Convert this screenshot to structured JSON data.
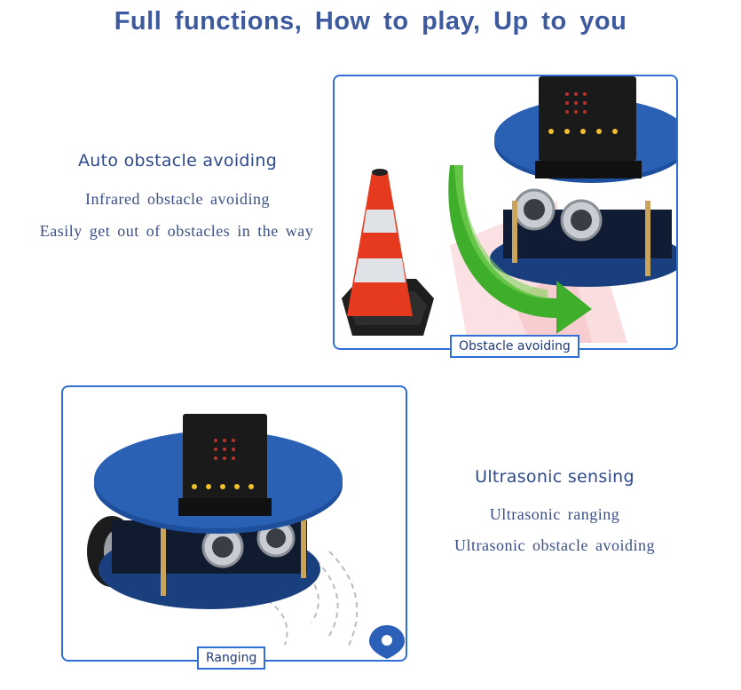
{
  "header": {
    "title": "Full functions, How to play, Up to you"
  },
  "feature_obstacle": {
    "heading": "Auto obstacle avoiding",
    "lines": [
      "Infrared obstacle avoiding",
      "Easily get out of obstacles in the way"
    ],
    "caption": "Obstacle avoiding"
  },
  "feature_ultrasonic": {
    "heading": "Ultrasonic sensing",
    "lines": [
      "Ultrasonic ranging",
      "Ultrasonic obstacle avoiding"
    ],
    "caption": "Ranging"
  },
  "colors": {
    "title": "#3d5a9e",
    "frame": "#2f6fd6",
    "robot_board": "#1e4f9c",
    "arrow_green": "#3fae2a",
    "cone_orange": "#e63a1f"
  }
}
